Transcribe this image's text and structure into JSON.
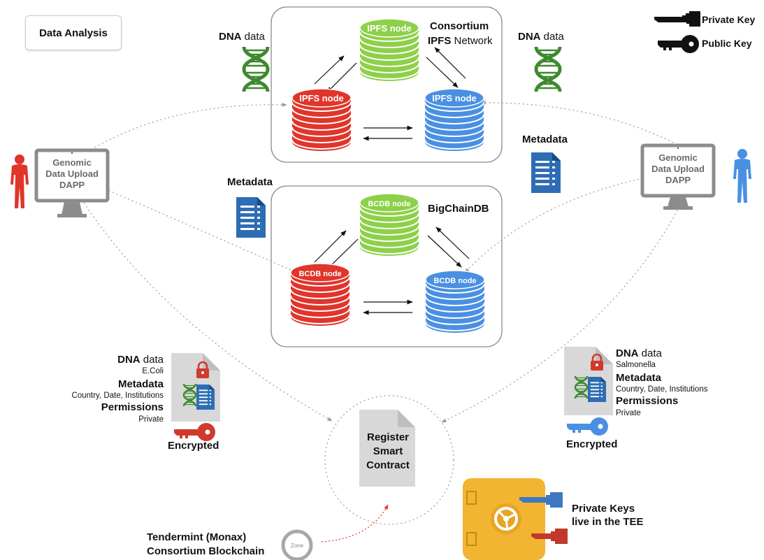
{
  "data_analysis_button": "Data Analysis",
  "legend": {
    "private_key": "Private Key",
    "public_key": "Public Key"
  },
  "ipfs_network": {
    "title_line1": "Consortium",
    "title_line2_bold": "IPFS",
    "title_line2_rest": " Network",
    "node_label": "IPFS node"
  },
  "bigchaindb": {
    "title": "BigChainDB",
    "node_label": "BCDB node"
  },
  "dna_left": {
    "bold": "DNA",
    "rest": " data"
  },
  "dna_right": {
    "bold": "DNA",
    "rest": " data"
  },
  "metadata_left": "Metadata",
  "metadata_right": "Metadata",
  "dapp_left": [
    "Genomic",
    "Data Upload",
    "DAPP"
  ],
  "dapp_right": [
    "Genomic",
    "Data Upload",
    "DAPP"
  ],
  "doc_left": {
    "dna_bold": "DNA",
    "dna_rest": " data",
    "organism": "E.Coli",
    "metadata": "Metadata",
    "metadata_detail": "Country, Date, Institutions",
    "permissions": "Permissions",
    "permissions_value": "Private",
    "encrypted": "Encrypted"
  },
  "doc_right": {
    "dna_bold": "DNA",
    "dna_rest": " data",
    "organism": "Salmonella",
    "metadata": "Metadata",
    "metadata_detail": "Country, Date, Institutions",
    "permissions": "Permissions",
    "permissions_value": "Private",
    "encrypted": "Encrypted"
  },
  "smart_contract": [
    "Register",
    "Smart",
    "Contract"
  ],
  "zone_label": "Zone",
  "tendermint": [
    "Tendermint (Monax)",
    "Consortium Blockchain"
  ],
  "tee": [
    "Private Keys",
    "live in the TEE"
  ],
  "colors": {
    "red": "#e0352b",
    "green": "#8dd04a",
    "blue": "#4a90e2",
    "dna_green": "#3d8a2f",
    "doc_blue": "#2e6db4",
    "gold": "#f2b531"
  },
  "icons": [
    "dna-icon",
    "metadata-list-icon",
    "person-icon",
    "monitor-icon",
    "database-icon",
    "lock-icon",
    "key-icon",
    "safe-icon"
  ]
}
